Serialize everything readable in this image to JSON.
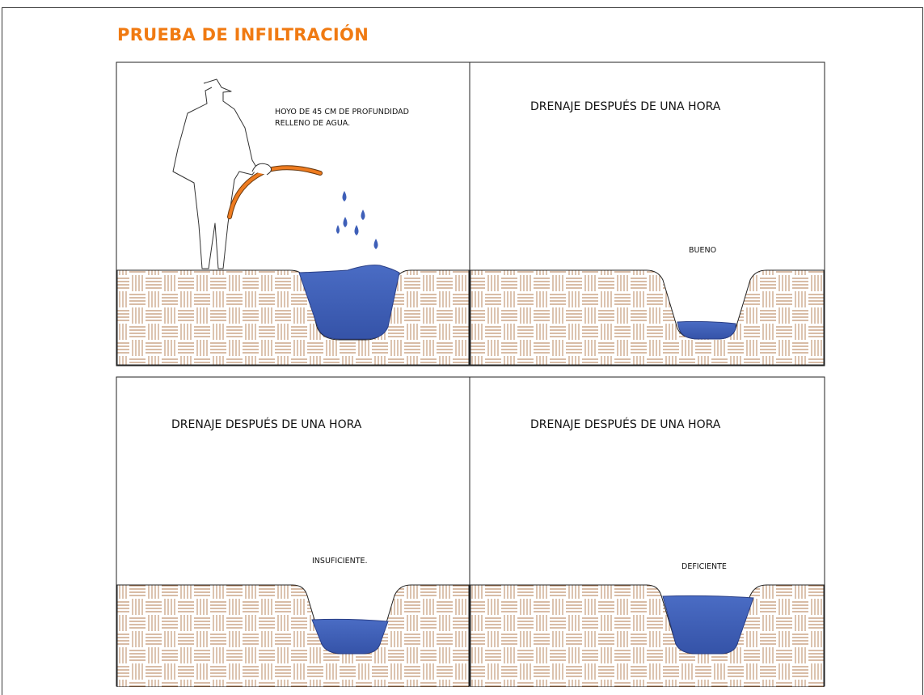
{
  "title": "PRUEBA DE INFILTRACIÓN",
  "colors": {
    "accent_orange": "#f07a12",
    "water_blue": "#3e5fb8",
    "soil_line": "#b07a4e",
    "outline": "#222222"
  },
  "panels": [
    {
      "id": "fill",
      "heading": "HOYO DE 45 CM DE PROFUNDIDAD",
      "subheading": "RELLENO DE AGUA.",
      "water_level": "full"
    },
    {
      "id": "good",
      "heading": "DRENAJE DESPUÉS DE UNA HORA",
      "result": "BUENO",
      "water_level": "low"
    },
    {
      "id": "insufficient",
      "heading": "DRENAJE DESPUÉS DE UNA HORA",
      "result": "INSUFICIENTE.",
      "water_level": "medium"
    },
    {
      "id": "deficient",
      "heading": "DRENAJE DESPUÉS DE UNA HORA",
      "result": "DEFICIENTE",
      "water_level": "high"
    }
  ],
  "icons": [
    "person-outline-icon",
    "watering-hose-icon",
    "water-drop-icon"
  ]
}
